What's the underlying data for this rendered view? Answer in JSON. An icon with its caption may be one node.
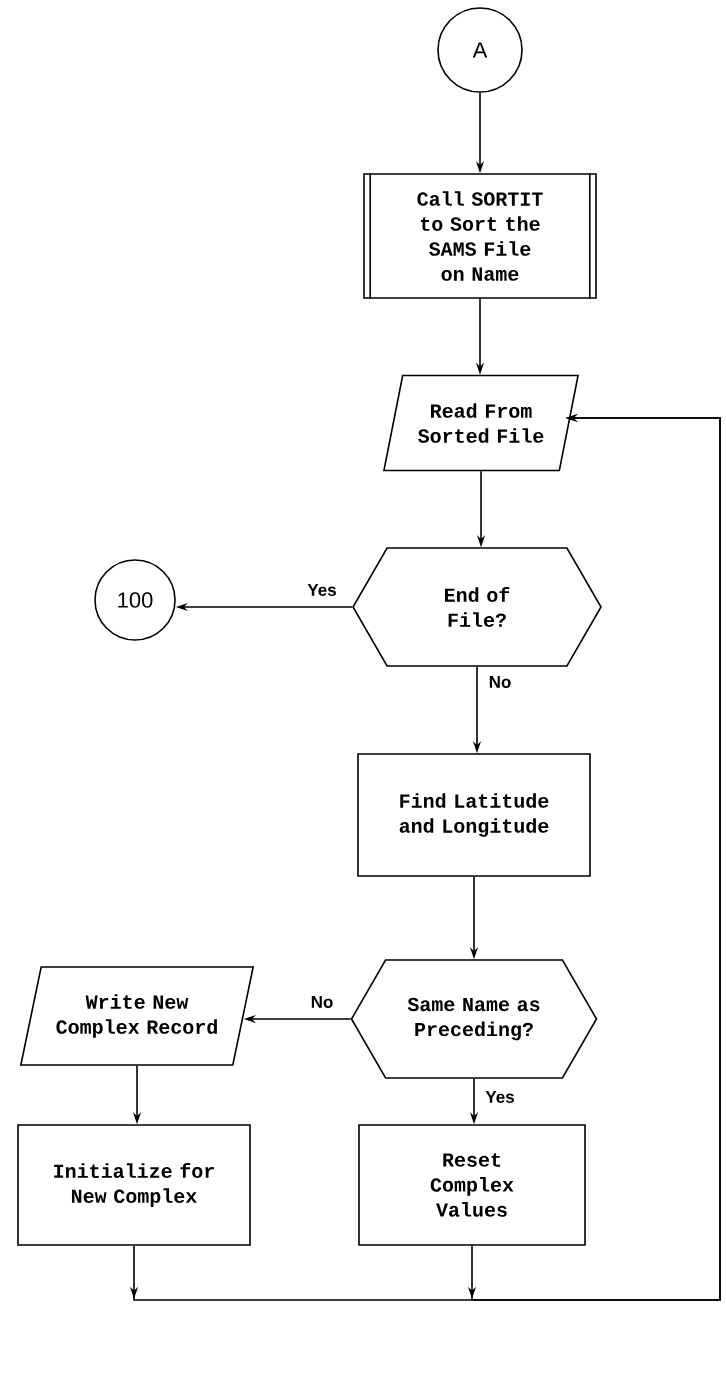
{
  "diagram": {
    "nodes": [
      {
        "text": [
          "A"
        ]
      },
      {
        "text": [
          "Call SORTIT to Sort the SAMS File on Name"
        ]
      },
      {
        "text": [
          "Read From Sorted File"
        ]
      },
      {
        "text": [
          "End of File?"
        ]
      },
      {
        "text": [
          "100"
        ]
      },
      {
        "text": [
          "Find Latitude and Longitude"
        ]
      },
      {
        "text": [
          "Same Name as Preceding?"
        ]
      },
      {
        "text": [
          "Write New Complex Record"
        ]
      },
      {
        "text": [
          "Initialize for New Complex"
        ]
      },
      {
        "text": [
          "Reset Complex Values"
        ]
      }
    ],
    "edges": [
      {
        "from": 0,
        "to": 1,
        "arrow": "to"
      },
      {
        "from": 1,
        "to": 2,
        "arrow": "to"
      },
      {
        "from": 2,
        "to": 3,
        "arrow": "to"
      },
      {
        "from": 3,
        "to": 4,
        "arrow": "to",
        "label": "Yes"
      },
      {
        "from": 3,
        "to": 5,
        "arrow": "to",
        "label": "No"
      },
      {
        "from": 5,
        "to": 6,
        "arrow": "to"
      },
      {
        "from": 6,
        "to": 7,
        "arrow": "to",
        "label": "No"
      },
      {
        "from": 6,
        "to": 9,
        "arrow": "to",
        "label": "Yes"
      },
      {
        "from": 7,
        "to": 8,
        "arrow": "to"
      },
      {
        "from": 8,
        "to": 2,
        "arrow": "to"
      },
      {
        "from": 9,
        "to": 2,
        "arrow": "to"
      }
    ]
  }
}
